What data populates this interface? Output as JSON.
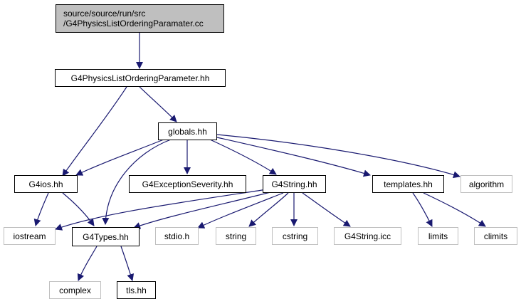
{
  "colors": {
    "edge": "#191970",
    "root_fill": "#bfbfbf",
    "system_border": "#bfbfbf",
    "node_border": "#000000"
  },
  "nodes": {
    "root": {
      "line1": "source/source/run/src",
      "line2": "/G4PhysicsListOrderingParamater.cc"
    },
    "param_hh": "G4PhysicsListOrderingParameter.hh",
    "globals_hh": "globals.hh",
    "g4ios_hh": "G4ios.hh",
    "exception_hh": "G4ExceptionSeverity.hh",
    "g4string_hh": "G4String.hh",
    "templates_hh": "templates.hh",
    "algorithm": "algorithm",
    "iostream": "iostream",
    "g4types_hh": "G4Types.hh",
    "stdio_h": "stdio.h",
    "string": "string",
    "cstring": "cstring",
    "g4string_icc": "G4String.icc",
    "limits": "limits",
    "climits": "climits",
    "complex": "complex",
    "tls_hh": "tls.hh"
  }
}
